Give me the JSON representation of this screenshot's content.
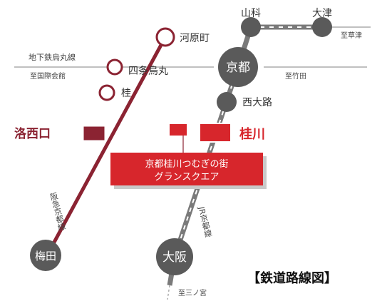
{
  "stations": {
    "yamashina": "山科",
    "otsu": "大津",
    "kawaramachi": "河原町",
    "kyoto": "京都",
    "shijo_karasuma": "四条烏丸",
    "katsura": "桂",
    "nishioji": "西大路",
    "rakusaiguchi": "洛西口",
    "katsuragawa": "桂川",
    "umeda": "梅田",
    "osaka": "大阪"
  },
  "direction_labels": {
    "to_kusatsu": "至草津",
    "to_kokusai_kaikan": "至国際会館",
    "to_takeda": "至竹田",
    "to_sannomiya": "至三ノ宮"
  },
  "line_labels": {
    "karasuma": "地下鉄烏丸線",
    "hankyu": "阪急京都線",
    "jr": "JR京都線"
  },
  "property_label": {
    "line1": "京都桂川つむぎの街",
    "line2": "グランスクエア"
  },
  "legend_title": "【鉄道路線図】",
  "colors": {
    "hankyu_line": "#8b2332",
    "property_red": "#d7262c",
    "jr_line": "#7a7a7a",
    "station_gray": "#5a5a5a",
    "thin_line": "#9a9a9a"
  }
}
